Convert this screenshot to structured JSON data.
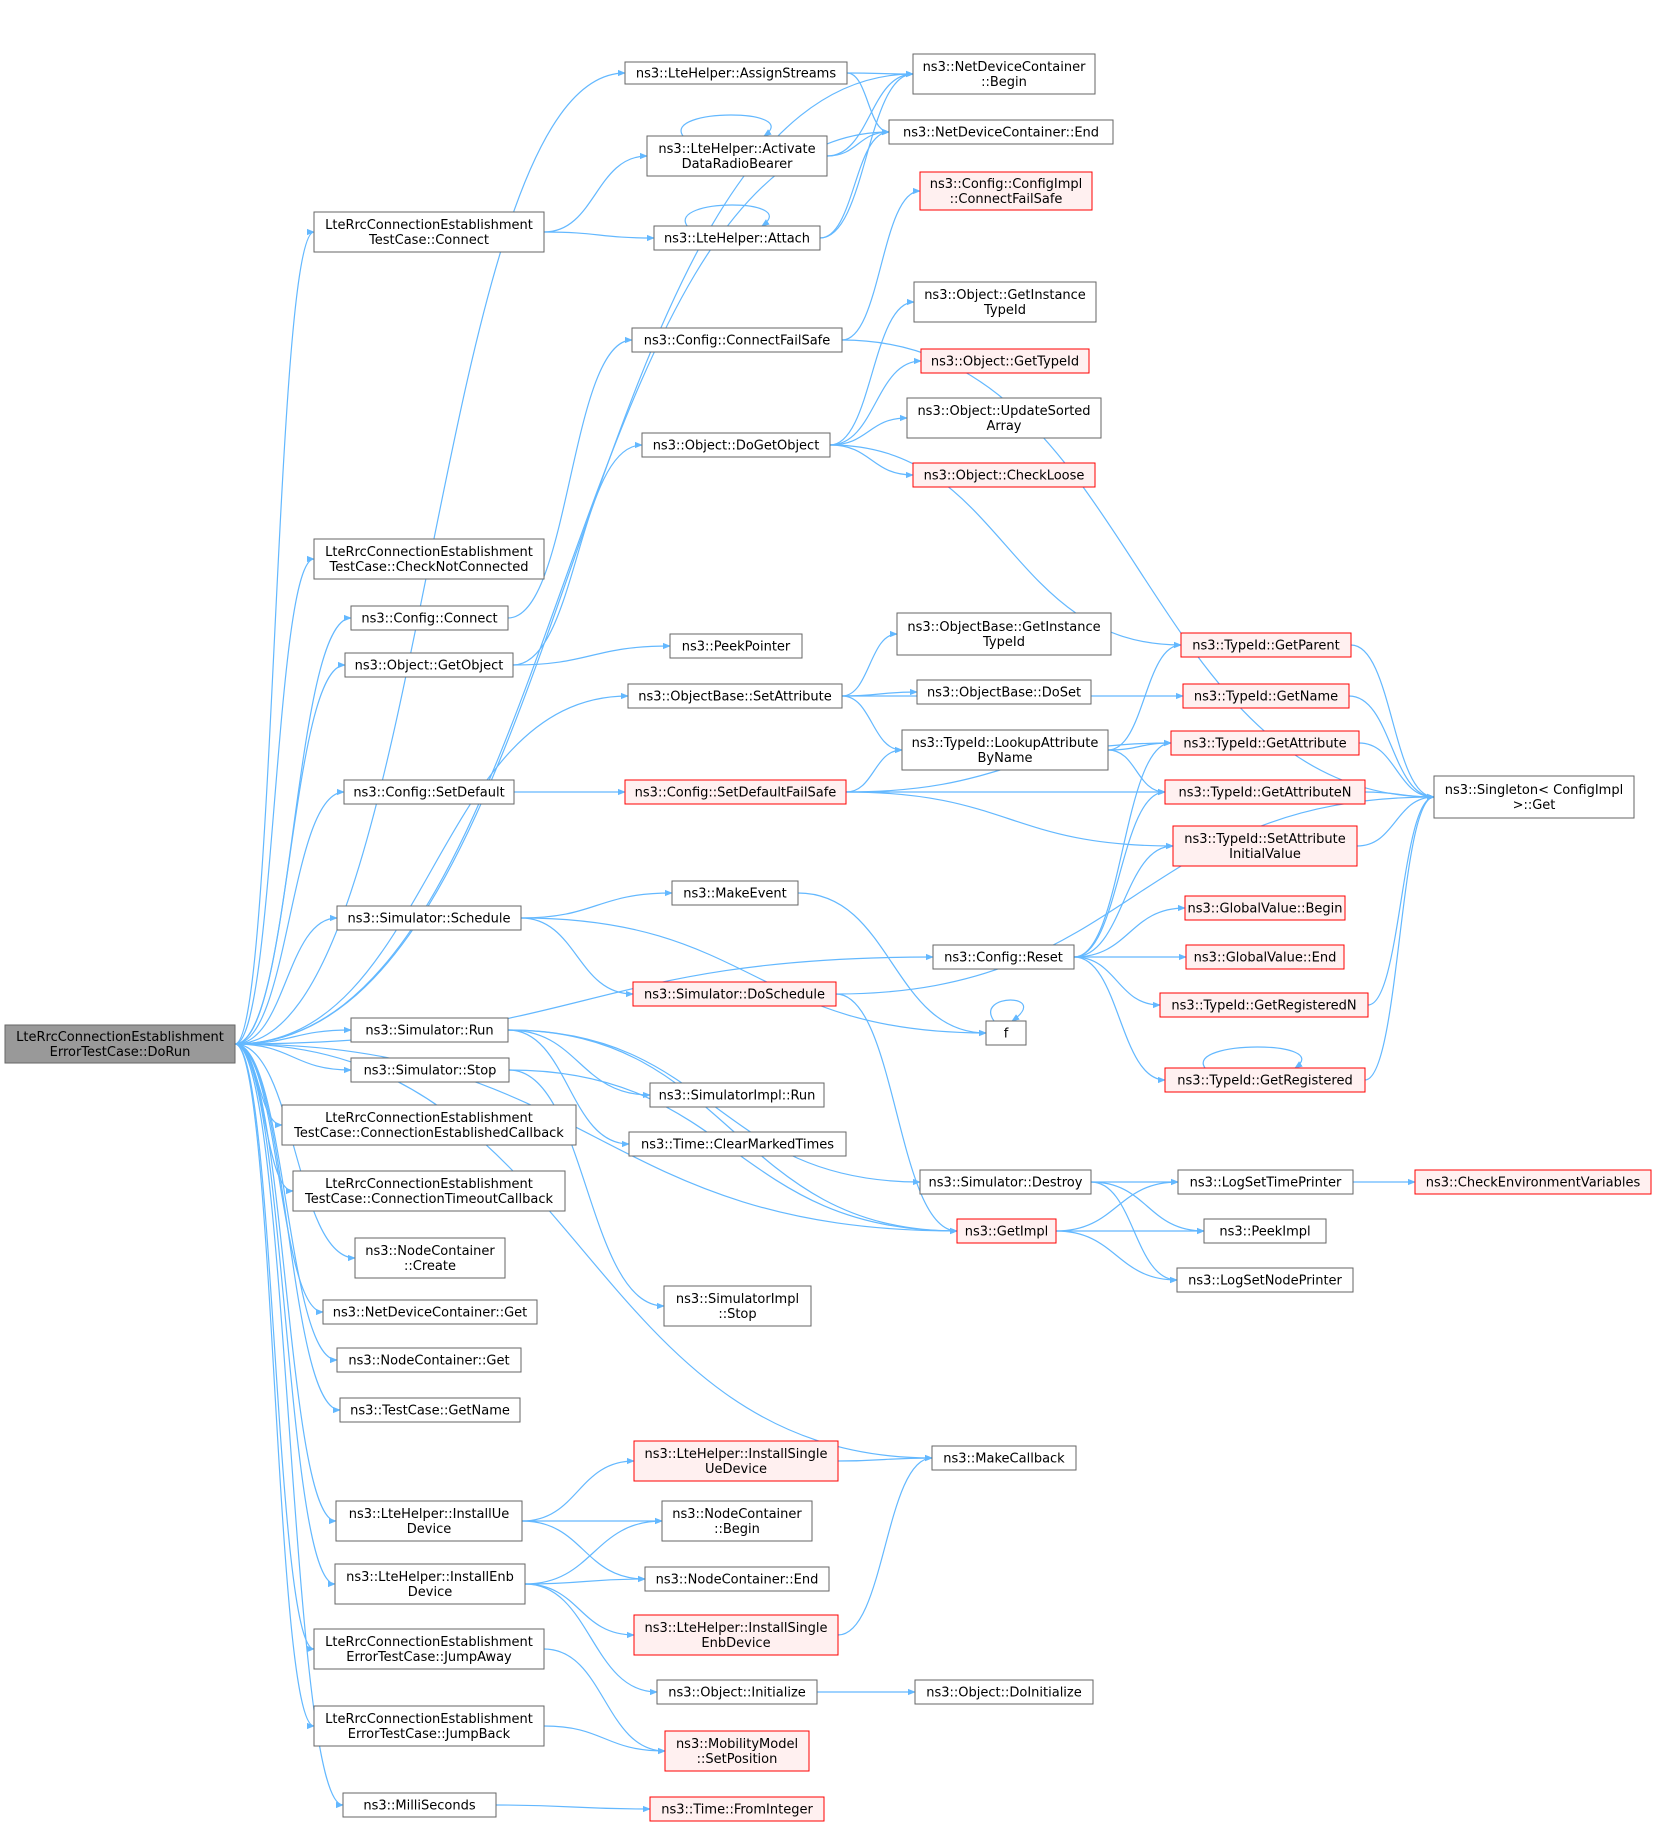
{
  "colors": {
    "edge": "#63b8ff",
    "node_border": "#666666",
    "node_fill": "#ffffff",
    "node_border_incomplete": "#ff0000",
    "node_fill_incomplete": "#fff0f0",
    "root_fill": "#999999",
    "root_border": "#666666",
    "text": "#000000"
  },
  "nodes": [
    {
      "id": "root",
      "lines": [
        "LteRrcConnectionEstablishment",
        "ErrorTestCase::DoRun"
      ],
      "kind": "root"
    },
    {
      "id": "assignStreams",
      "lines": [
        "ns3::LteHelper::AssignStreams"
      ],
      "kind": "normal"
    },
    {
      "id": "ndcBegin",
      "lines": [
        "ns3::NetDeviceContainer",
        "::Begin"
      ],
      "kind": "normal"
    },
    {
      "id": "ndcEnd",
      "lines": [
        "ns3::NetDeviceContainer::End"
      ],
      "kind": "normal"
    },
    {
      "id": "activate",
      "lines": [
        "ns3::LteHelper::Activate",
        "DataRadioBearer"
      ],
      "kind": "normal"
    },
    {
      "id": "configImplConnect",
      "lines": [
        "ns3::Config::ConfigImpl",
        "::ConnectFailSafe"
      ],
      "kind": "incomplete"
    },
    {
      "id": "connectTC",
      "lines": [
        "LteRrcConnectionEstablishment",
        "TestCase::Connect"
      ],
      "kind": "normal"
    },
    {
      "id": "attach",
      "lines": [
        "ns3::LteHelper::Attach"
      ],
      "kind": "normal"
    },
    {
      "id": "getInstanceTypeId",
      "lines": [
        "ns3::Object::GetInstance",
        "TypeId"
      ],
      "kind": "normal"
    },
    {
      "id": "configConnectFailSafe",
      "lines": [
        "ns3::Config::ConnectFailSafe"
      ],
      "kind": "normal"
    },
    {
      "id": "objGetTypeId",
      "lines": [
        "ns3::Object::GetTypeId"
      ],
      "kind": "incomplete"
    },
    {
      "id": "updateSorted",
      "lines": [
        "ns3::Object::UpdateSorted",
        "Array"
      ],
      "kind": "normal"
    },
    {
      "id": "doGetObject",
      "lines": [
        "ns3::Object::DoGetObject"
      ],
      "kind": "normal"
    },
    {
      "id": "checkLoose",
      "lines": [
        "ns3::Object::CheckLoose"
      ],
      "kind": "incomplete"
    },
    {
      "id": "checkNotConnected",
      "lines": [
        "LteRrcConnectionEstablishment",
        "TestCase::CheckNotConnected"
      ],
      "kind": "normal"
    },
    {
      "id": "configConnect",
      "lines": [
        "ns3::Config::Connect"
      ],
      "kind": "normal"
    },
    {
      "id": "objBaseGetInstance",
      "lines": [
        "ns3::ObjectBase::GetInstance",
        "TypeId"
      ],
      "kind": "normal"
    },
    {
      "id": "typeIdGetParent",
      "lines": [
        "ns3::TypeId::GetParent"
      ],
      "kind": "incomplete"
    },
    {
      "id": "peekPointer",
      "lines": [
        "ns3::PeekPointer"
      ],
      "kind": "normal"
    },
    {
      "id": "objGetObject",
      "lines": [
        "ns3::Object::GetObject"
      ],
      "kind": "normal"
    },
    {
      "id": "objBaseDoSet",
      "lines": [
        "ns3::ObjectBase::DoSet"
      ],
      "kind": "normal"
    },
    {
      "id": "setAttribute",
      "lines": [
        "ns3::ObjectBase::SetAttribute"
      ],
      "kind": "normal"
    },
    {
      "id": "typeIdGetName",
      "lines": [
        "ns3::TypeId::GetName"
      ],
      "kind": "incomplete"
    },
    {
      "id": "lookupAttr",
      "lines": [
        "ns3::TypeId::LookupAttribute",
        "ByName"
      ],
      "kind": "normal"
    },
    {
      "id": "typeIdGetAttribute",
      "lines": [
        "ns3::TypeId::GetAttribute"
      ],
      "kind": "incomplete"
    },
    {
      "id": "singletonGet",
      "lines": [
        "ns3::Singleton< ConfigImpl",
        ">::Get"
      ],
      "kind": "normal"
    },
    {
      "id": "configSetDefault",
      "lines": [
        "ns3::Config::SetDefault"
      ],
      "kind": "normal"
    },
    {
      "id": "setDefaultFailSafe",
      "lines": [
        "ns3::Config::SetDefaultFailSafe"
      ],
      "kind": "incomplete"
    },
    {
      "id": "typeIdGetAttributeN",
      "lines": [
        "ns3::TypeId::GetAttributeN"
      ],
      "kind": "incomplete"
    },
    {
      "id": "setAttrInitial",
      "lines": [
        "ns3::TypeId::SetAttribute",
        "InitialValue"
      ],
      "kind": "incomplete"
    },
    {
      "id": "makeEvent",
      "lines": [
        "ns3::MakeEvent"
      ],
      "kind": "normal"
    },
    {
      "id": "globalBegin",
      "lines": [
        "ns3::GlobalValue::Begin"
      ],
      "kind": "incomplete"
    },
    {
      "id": "simSchedule",
      "lines": [
        "ns3::Simulator::Schedule"
      ],
      "kind": "normal"
    },
    {
      "id": "configReset",
      "lines": [
        "ns3::Config::Reset"
      ],
      "kind": "normal"
    },
    {
      "id": "globalEnd",
      "lines": [
        "ns3::GlobalValue::End"
      ],
      "kind": "incomplete"
    },
    {
      "id": "simDoSchedule",
      "lines": [
        "ns3::Simulator::DoSchedule"
      ],
      "kind": "incomplete"
    },
    {
      "id": "getRegisteredN",
      "lines": [
        "ns3::TypeId::GetRegisteredN"
      ],
      "kind": "incomplete"
    },
    {
      "id": "f",
      "lines": [
        "f"
      ],
      "kind": "normal"
    },
    {
      "id": "simRun",
      "lines": [
        "ns3::Simulator::Run"
      ],
      "kind": "normal"
    },
    {
      "id": "getRegistered",
      "lines": [
        "ns3::TypeId::GetRegistered"
      ],
      "kind": "incomplete"
    },
    {
      "id": "simStop",
      "lines": [
        "ns3::Simulator::Stop"
      ],
      "kind": "normal"
    },
    {
      "id": "simImplRun",
      "lines": [
        "ns3::SimulatorImpl::Run"
      ],
      "kind": "normal"
    },
    {
      "id": "connEstablishedCb",
      "lines": [
        "LteRrcConnectionEstablishment",
        "TestCase::ConnectionEstablishedCallback"
      ],
      "kind": "normal"
    },
    {
      "id": "clearMarked",
      "lines": [
        "ns3::Time::ClearMarkedTimes"
      ],
      "kind": "normal"
    },
    {
      "id": "connTimeoutCb",
      "lines": [
        "LteRrcConnectionEstablishment",
        "TestCase::ConnectionTimeoutCallback"
      ],
      "kind": "normal"
    },
    {
      "id": "simDestroy",
      "lines": [
        "ns3::Simulator::Destroy"
      ],
      "kind": "normal"
    },
    {
      "id": "logSetTimePrinter",
      "lines": [
        "ns3::LogSetTimePrinter"
      ],
      "kind": "normal"
    },
    {
      "id": "checkEnv",
      "lines": [
        "ns3::CheckEnvironmentVariables"
      ],
      "kind": "incomplete"
    },
    {
      "id": "nodeCreate",
      "lines": [
        "ns3::NodeContainer",
        "::Create"
      ],
      "kind": "normal"
    },
    {
      "id": "getImpl",
      "lines": [
        "ns3::GetImpl"
      ],
      "kind": "incomplete"
    },
    {
      "id": "peekImpl",
      "lines": [
        "ns3::PeekImpl"
      ],
      "kind": "normal"
    },
    {
      "id": "ndcGet",
      "lines": [
        "ns3::NetDeviceContainer::Get"
      ],
      "kind": "normal"
    },
    {
      "id": "logSetNodePrinter",
      "lines": [
        "ns3::LogSetNodePrinter"
      ],
      "kind": "normal"
    },
    {
      "id": "simImplStop",
      "lines": [
        "ns3::SimulatorImpl",
        "::Stop"
      ],
      "kind": "normal"
    },
    {
      "id": "ncGet",
      "lines": [
        "ns3::NodeContainer::Get"
      ],
      "kind": "normal"
    },
    {
      "id": "tcGetName",
      "lines": [
        "ns3::TestCase::GetName"
      ],
      "kind": "normal"
    },
    {
      "id": "installSingleUe",
      "lines": [
        "ns3::LteHelper::InstallSingle",
        "UeDevice"
      ],
      "kind": "incomplete"
    },
    {
      "id": "makeCallback",
      "lines": [
        "ns3::MakeCallback"
      ],
      "kind": "normal"
    },
    {
      "id": "installUe",
      "lines": [
        "ns3::LteHelper::InstallUe",
        "Device"
      ],
      "kind": "normal"
    },
    {
      "id": "ncBegin",
      "lines": [
        "ns3::NodeContainer",
        "::Begin"
      ],
      "kind": "normal"
    },
    {
      "id": "installEnb",
      "lines": [
        "ns3::LteHelper::InstallEnb",
        "Device"
      ],
      "kind": "normal"
    },
    {
      "id": "ncEnd",
      "lines": [
        "ns3::NodeContainer::End"
      ],
      "kind": "normal"
    },
    {
      "id": "installSingleEnb",
      "lines": [
        "ns3::LteHelper::InstallSingle",
        "EnbDevice"
      ],
      "kind": "incomplete"
    },
    {
      "id": "jumpAway",
      "lines": [
        "LteRrcConnectionEstablishment",
        "ErrorTestCase::JumpAway"
      ],
      "kind": "normal"
    },
    {
      "id": "objInitialize",
      "lines": [
        "ns3::Object::Initialize"
      ],
      "kind": "normal"
    },
    {
      "id": "objDoInitialize",
      "lines": [
        "ns3::Object::DoInitialize"
      ],
      "kind": "normal"
    },
    {
      "id": "jumpBack",
      "lines": [
        "LteRrcConnectionEstablishment",
        "ErrorTestCase::JumpBack"
      ],
      "kind": "normal"
    },
    {
      "id": "setPosition",
      "lines": [
        "ns3::MobilityModel",
        "::SetPosition"
      ],
      "kind": "incomplete"
    },
    {
      "id": "milliSeconds",
      "lines": [
        "ns3::MilliSeconds"
      ],
      "kind": "normal"
    },
    {
      "id": "fromInteger",
      "lines": [
        "ns3::Time::FromInteger"
      ],
      "kind": "incomplete"
    }
  ],
  "edges": [
    [
      "root",
      "ndcBegin"
    ],
    [
      "root",
      "assignStreams"
    ],
    [
      "root",
      "connectTC"
    ],
    [
      "root",
      "ndcEnd"
    ],
    [
      "root",
      "checkNotConnected"
    ],
    [
      "root",
      "configConnect"
    ],
    [
      "root",
      "objGetObject"
    ],
    [
      "root",
      "setAttribute"
    ],
    [
      "root",
      "configSetDefault"
    ],
    [
      "root",
      "configReset"
    ],
    [
      "root",
      "simSchedule"
    ],
    [
      "root",
      "getImpl"
    ],
    [
      "root",
      "simRun"
    ],
    [
      "root",
      "simStop"
    ],
    [
      "root",
      "connEstablishedCb"
    ],
    [
      "root",
      "connTimeoutCb"
    ],
    [
      "root",
      "nodeCreate"
    ],
    [
      "root",
      "ndcGet"
    ],
    [
      "root",
      "ncGet"
    ],
    [
      "root",
      "tcGetName"
    ],
    [
      "root",
      "makeCallback"
    ],
    [
      "root",
      "installUe"
    ],
    [
      "root",
      "installEnb"
    ],
    [
      "root",
      "jumpAway"
    ],
    [
      "root",
      "jumpBack"
    ],
    [
      "root",
      "milliSeconds"
    ],
    [
      "assignStreams",
      "ndcBegin"
    ],
    [
      "assignStreams",
      "ndcEnd"
    ],
    [
      "connectTC",
      "activate"
    ],
    [
      "connectTC",
      "attach"
    ],
    [
      "activate",
      "activate"
    ],
    [
      "activate",
      "ndcBegin"
    ],
    [
      "activate",
      "ndcEnd"
    ],
    [
      "attach",
      "attach"
    ],
    [
      "attach",
      "ndcBegin"
    ],
    [
      "attach",
      "ndcEnd"
    ],
    [
      "configConnect",
      "configConnectFailSafe"
    ],
    [
      "configConnectFailSafe",
      "configImplConnect"
    ],
    [
      "configConnectFailSafe",
      "singletonGet"
    ],
    [
      "objGetObject",
      "doGetObject"
    ],
    [
      "objGetObject",
      "peekPointer"
    ],
    [
      "doGetObject",
      "getInstanceTypeId"
    ],
    [
      "doGetObject",
      "objGetTypeId"
    ],
    [
      "doGetObject",
      "updateSorted"
    ],
    [
      "doGetObject",
      "checkLoose"
    ],
    [
      "doGetObject",
      "typeIdGetParent"
    ],
    [
      "setAttribute",
      "objBaseGetInstance"
    ],
    [
      "setAttribute",
      "typeIdGetName"
    ],
    [
      "setAttribute",
      "objBaseDoSet"
    ],
    [
      "setAttribute",
      "lookupAttr"
    ],
    [
      "lookupAttr",
      "typeIdGetParent"
    ],
    [
      "lookupAttr",
      "typeIdGetAttribute"
    ],
    [
      "lookupAttr",
      "typeIdGetAttributeN"
    ],
    [
      "typeIdGetParent",
      "singletonGet"
    ],
    [
      "typeIdGetName",
      "singletonGet"
    ],
    [
      "typeIdGetAttribute",
      "singletonGet"
    ],
    [
      "typeIdGetAttributeN",
      "singletonGet"
    ],
    [
      "setAttrInitial",
      "singletonGet"
    ],
    [
      "configSetDefault",
      "setDefaultFailSafe"
    ],
    [
      "setDefaultFailSafe",
      "lookupAttr"
    ],
    [
      "setDefaultFailSafe",
      "typeIdGetAttribute"
    ],
    [
      "setDefaultFailSafe",
      "typeIdGetAttributeN"
    ],
    [
      "setDefaultFailSafe",
      "setAttrInitial"
    ],
    [
      "simSchedule",
      "makeEvent"
    ],
    [
      "simSchedule",
      "simDoSchedule"
    ],
    [
      "simSchedule",
      "f"
    ],
    [
      "makeEvent",
      "f"
    ],
    [
      "f",
      "f"
    ],
    [
      "simDoSchedule",
      "getImpl"
    ],
    [
      "simDoSchedule",
      "singletonGet"
    ],
    [
      "configReset",
      "typeIdGetAttribute"
    ],
    [
      "configReset",
      "typeIdGetAttributeN"
    ],
    [
      "configReset",
      "setAttrInitial"
    ],
    [
      "configReset",
      "globalBegin"
    ],
    [
      "configReset",
      "globalEnd"
    ],
    [
      "configReset",
      "getRegisteredN"
    ],
    [
      "configReset",
      "getRegistered"
    ],
    [
      "getRegisteredN",
      "singletonGet"
    ],
    [
      "getRegistered",
      "getRegistered"
    ],
    [
      "getRegistered",
      "singletonGet"
    ],
    [
      "simRun",
      "simImplRun"
    ],
    [
      "simRun",
      "clearMarked"
    ],
    [
      "simRun",
      "getImpl"
    ],
    [
      "simRun",
      "simDestroy"
    ],
    [
      "simStop",
      "simImplStop"
    ],
    [
      "simStop",
      "getImpl"
    ],
    [
      "simDestroy",
      "logSetTimePrinter"
    ],
    [
      "simDestroy",
      "peekImpl"
    ],
    [
      "simDestroy",
      "logSetNodePrinter"
    ],
    [
      "logSetTimePrinter",
      "checkEnv"
    ],
    [
      "getImpl",
      "logSetTimePrinter"
    ],
    [
      "getImpl",
      "peekImpl"
    ],
    [
      "getImpl",
      "logSetNodePrinter"
    ],
    [
      "installSingleUe",
      "makeCallback"
    ],
    [
      "installSingleEnb",
      "makeCallback"
    ],
    [
      "installUe",
      "installSingleUe"
    ],
    [
      "installUe",
      "ncBegin"
    ],
    [
      "installUe",
      "ncEnd"
    ],
    [
      "installEnb",
      "ncBegin"
    ],
    [
      "installEnb",
      "ncEnd"
    ],
    [
      "installEnb",
      "installSingleEnb"
    ],
    [
      "installEnb",
      "objInitialize"
    ],
    [
      "objInitialize",
      "objDoInitialize"
    ],
    [
      "jumpAway",
      "setPosition"
    ],
    [
      "jumpBack",
      "setPosition"
    ],
    [
      "milliSeconds",
      "fromInteger"
    ]
  ]
}
